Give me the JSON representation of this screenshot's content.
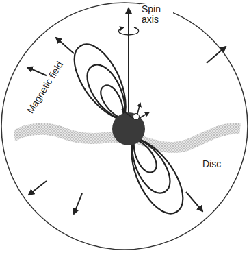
{
  "diagram": {
    "labels": [
      "Spin axis",
      "Magnetic field",
      "Disc"
    ]
  }
}
